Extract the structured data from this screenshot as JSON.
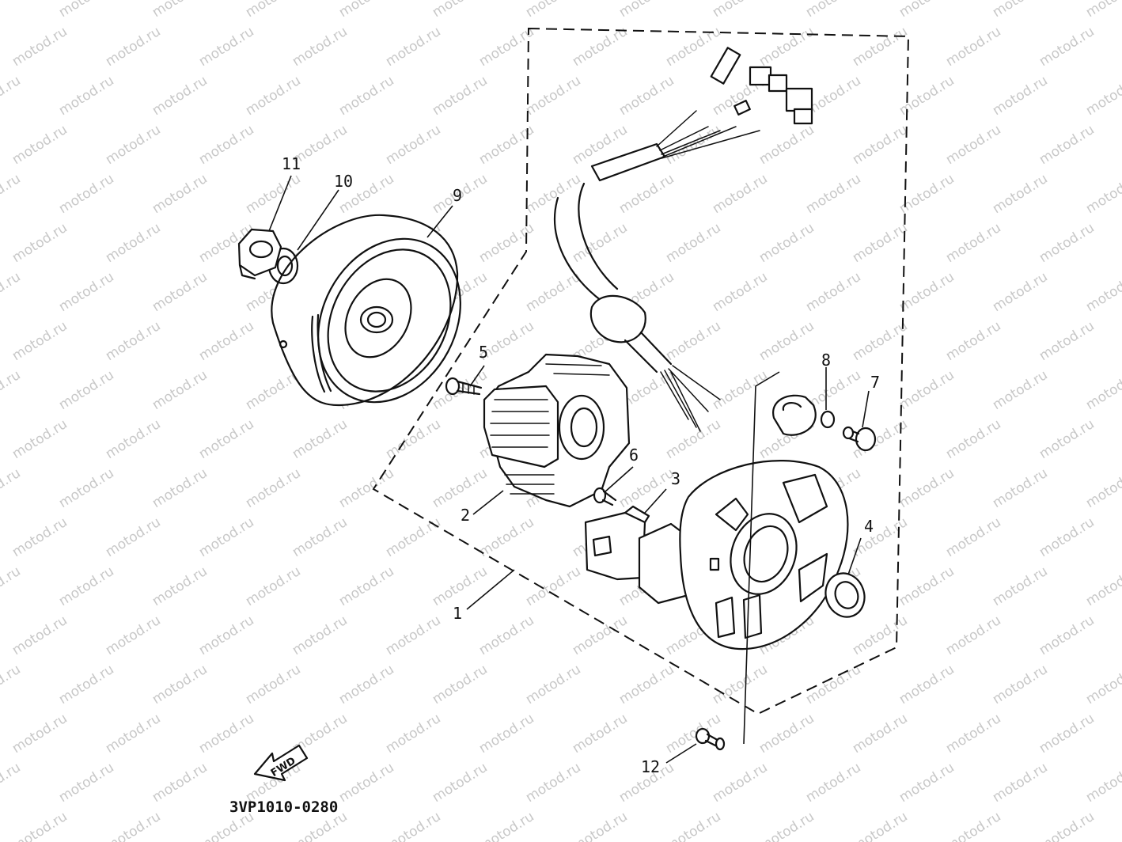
{
  "watermark": {
    "text": "motod.ru",
    "color": "#c8c8c8"
  },
  "diagram_code": "3VP1010-0280",
  "fwd_label": "FWD",
  "callouts": {
    "c1": "1",
    "c2": "2",
    "c3": "3",
    "c4": "4",
    "c5": "5",
    "c6": "6",
    "c7": "7",
    "c8": "8",
    "c9": "9",
    "c10": "10",
    "c11": "11",
    "c12": "12"
  },
  "colors": {
    "line": "#111111",
    "background": "#ffffff"
  }
}
